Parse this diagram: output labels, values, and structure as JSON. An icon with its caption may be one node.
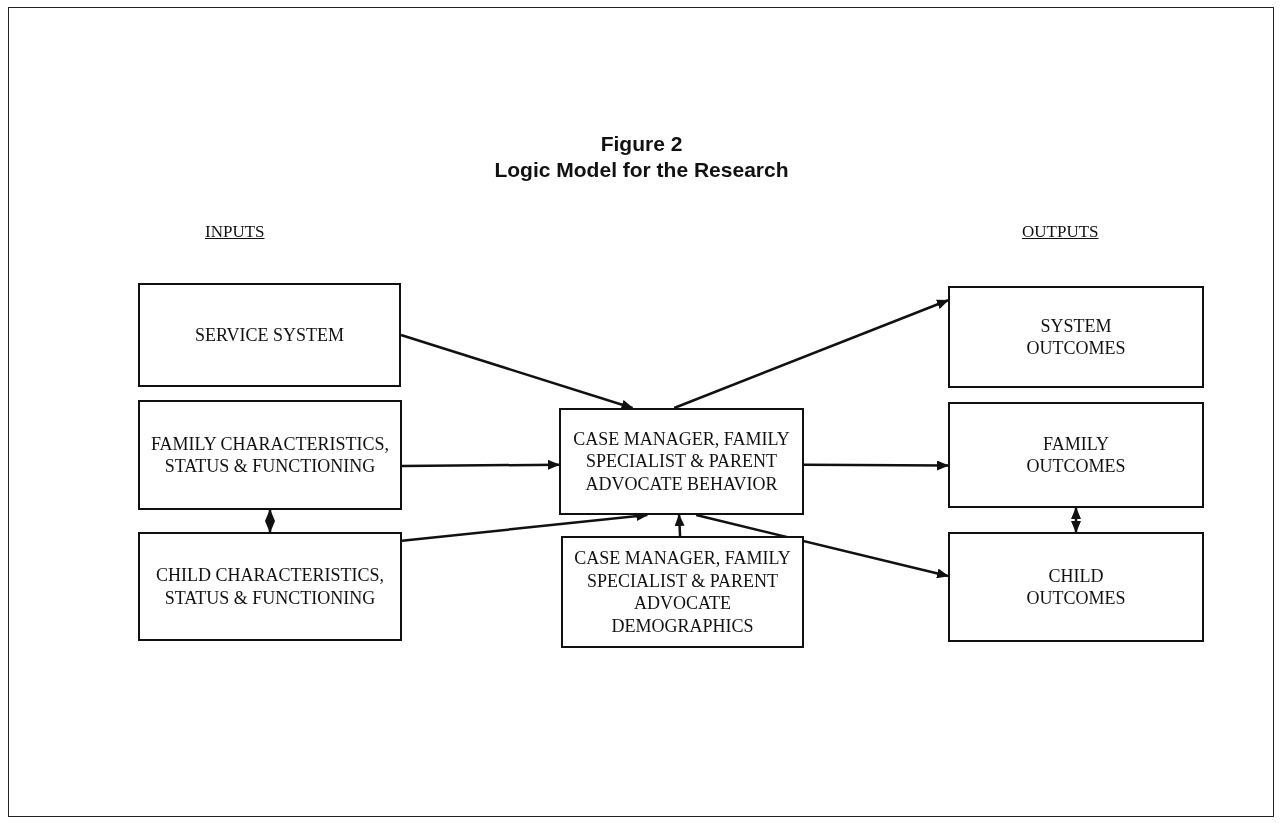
{
  "diagram": {
    "title": "Logic Model for the Research",
    "nodes": [
      {
        "text": [
          "SERVICE SYSTEM"
        ]
      },
      {
        "text": [
          "SYSTEM OUTCOMES"
        ]
      },
      {
        "text": [
          "FAMILY CHARACTERISTICS, STATUS & FUNCTIONING"
        ]
      },
      {
        "text": [
          "CASE MANAGER, FAMILY SPECIALIST & PARENT ADVOCATE BEHAVIOR"
        ]
      },
      {
        "text": [
          "FAMILY OUTCOMES"
        ]
      },
      {
        "text": [
          "CHILD CHARACTERISTICS, STATUS & FUNCTIONING"
        ]
      },
      {
        "text": [
          "CASE MANAGER, FAMILY SPECIALIST & PARENT ADVOCATE DEMOGRAPHICS"
        ]
      },
      {
        "text": [
          "CHILD OUTCOMES"
        ]
      }
    ],
    "edges": [
      {
        "from": 0,
        "to": 3,
        "arrow": "to"
      },
      {
        "from": 3,
        "to": 1,
        "arrow": "to"
      },
      {
        "from": 2,
        "to": 3,
        "arrow": "to"
      },
      {
        "from": 3,
        "to": 4,
        "arrow": "to"
      },
      {
        "from": 2,
        "to": 5,
        "arrow": "both"
      },
      {
        "from": 4,
        "to": 7,
        "arrow": "both"
      },
      {
        "from": 5,
        "to": 3,
        "arrow": "to"
      },
      {
        "from": 6,
        "to": 3,
        "arrow": "to"
      },
      {
        "from": 3,
        "to": 7,
        "arrow": "to"
      }
    ],
    "labels": [
      "Figure 2",
      "INPUTS",
      "OUTPUTS"
    ]
  }
}
